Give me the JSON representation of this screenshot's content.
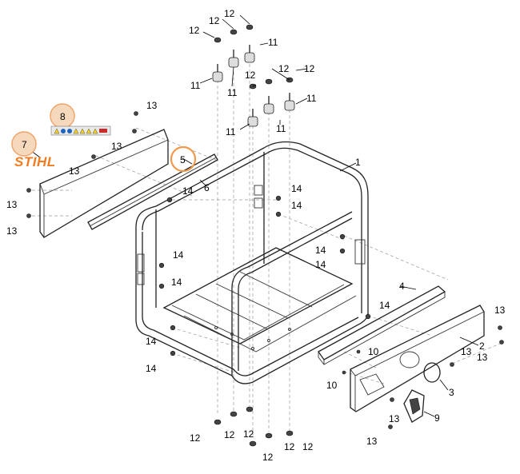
{
  "brand": {
    "logo": "STIHL",
    "color": "#f37a1f"
  },
  "colors": {
    "highlight_fill": "#f6d9bd",
    "highlight_stroke": "#f09a4c"
  },
  "callouts": {
    "c1": "1",
    "c2": "2",
    "c3": "3",
    "c4": "4",
    "c5": "5",
    "c6": "6",
    "c7": "7",
    "c8": "8",
    "c9": "9",
    "c10": "10",
    "c11": "11",
    "c12": "12",
    "c13": "13",
    "c14": "14"
  },
  "highlighted_parts": [
    "5",
    "7",
    "8"
  ]
}
